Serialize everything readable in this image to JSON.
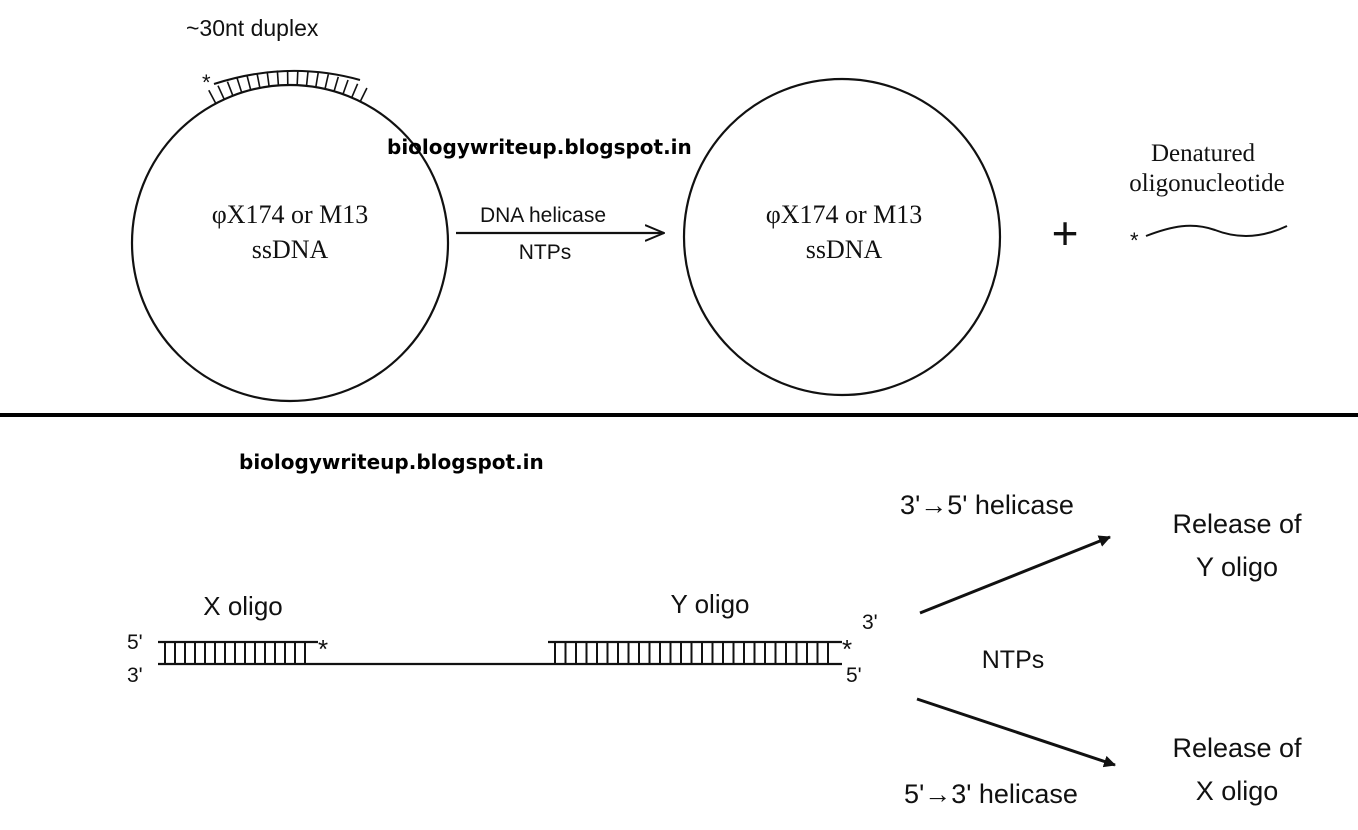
{
  "watermarks": [
    "biologywriteup.blogspot.in",
    "biologywriteup.blogspot.in"
  ],
  "top_panel": {
    "duplex_label": "~30nt duplex",
    "asterisk": "*",
    "left_circle": {
      "line1": "φX174 or M13",
      "line2": "ssDNA"
    },
    "arrow": {
      "label_top": "DNA helicase",
      "label_bottom": "NTPs"
    },
    "right_circle": {
      "line1": "φX174 or M13",
      "line2": "ssDNA"
    },
    "plus": "+",
    "product": {
      "line1": "Denatured",
      "line2": "oligonucleotide",
      "asterisk": "*"
    }
  },
  "bottom_panel": {
    "x_oligo": "X oligo",
    "y_oligo": "Y oligo",
    "left_5": "5'",
    "left_3": "3'",
    "right_3": "3'",
    "right_5": "5'",
    "asterisk": "*",
    "center_label": "NTPs",
    "upper_helicase": "3'→5' helicase",
    "lower_helicase": "5'→3' helicase",
    "release_y": {
      "line1": "Release of",
      "line2": "Y oligo"
    },
    "release_x": {
      "line1": "Release of",
      "line2": "X oligo"
    }
  }
}
